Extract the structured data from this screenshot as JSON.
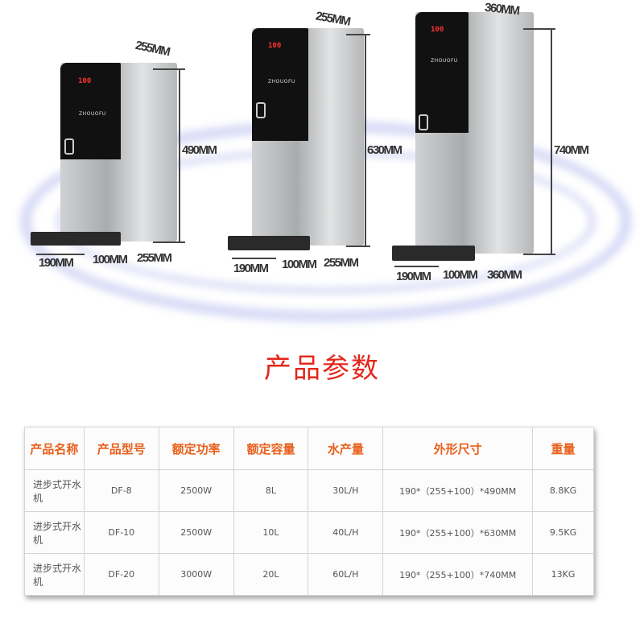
{
  "brand": "ZHOUOFU",
  "display": "100",
  "machines": [
    {
      "depth_top": "255MM",
      "height": "490MM",
      "tray": "190MM",
      "gap": "100MM",
      "depth": "255MM"
    },
    {
      "depth_top": "255MM",
      "height": "630MM",
      "tray": "190MM",
      "gap": "100MM",
      "depth": "255MM"
    },
    {
      "depth_top": "360MM",
      "height": "740MM",
      "tray": "190MM",
      "gap": "100MM",
      "depth": "360MM"
    }
  ],
  "section_title": "产品参数",
  "table": {
    "headers": [
      "产品名称",
      "产品型号",
      "额定功率",
      "额定容量",
      "水产量",
      "外形尺寸",
      "重量"
    ],
    "rows": [
      [
        "进步式开水机",
        "DF-8",
        "2500W",
        "8L",
        "30L/H",
        "190*（255+100）*490MM",
        "8.8KG"
      ],
      [
        "进步式开水机",
        "DF-10",
        "2500W",
        "10L",
        "40L/H",
        "190*（255+100）*630MM",
        "9.5KG"
      ],
      [
        "进步式开水机",
        "DF-20",
        "3000W",
        "20L",
        "60L/H",
        "190*（255+100）*740MM",
        "13KG"
      ]
    ]
  }
}
